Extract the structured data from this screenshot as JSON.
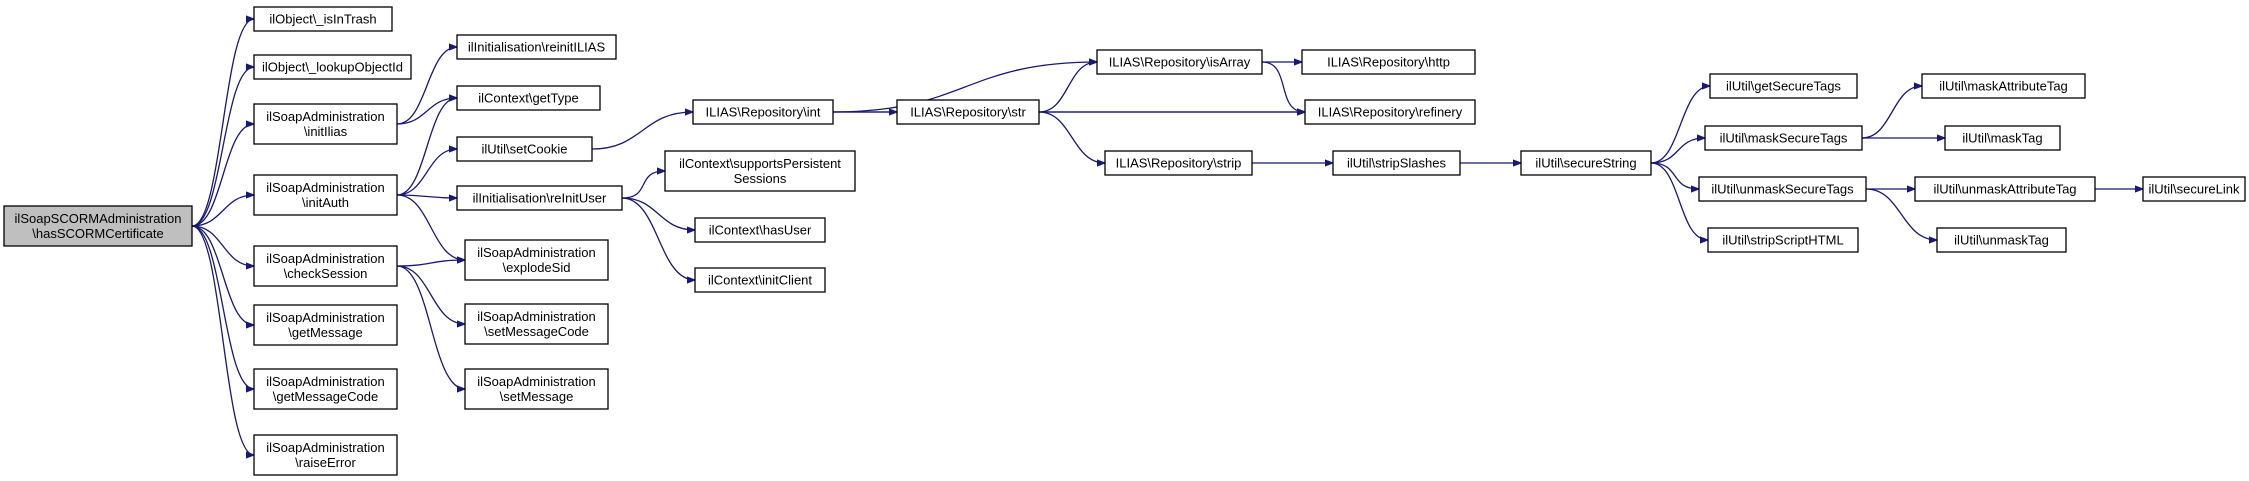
{
  "nodes": {
    "root": [
      "ilSoapSCORMAdministration",
      "\\hasSCORMCertificate"
    ],
    "isInTrash": [
      "ilObject\\_isInTrash"
    ],
    "lookupObjectId": [
      "ilObject\\_lookupObjectId"
    ],
    "initIlias": [
      "ilSoapAdministration",
      "\\initIlias"
    ],
    "initAuth": [
      "ilSoapAdministration",
      "\\initAuth"
    ],
    "checkSession": [
      "ilSoapAdministration",
      "\\checkSession"
    ],
    "getMessage": [
      "ilSoapAdministration",
      "\\getMessage"
    ],
    "getMessageCode": [
      "ilSoapAdministration",
      "\\getMessageCode"
    ],
    "raiseError": [
      "ilSoapAdministration",
      "\\raiseError"
    ],
    "reinitILIAS": [
      "ilInitialisation\\reinitILIAS"
    ],
    "getType": [
      "ilContext\\getType"
    ],
    "setCookie": [
      "ilUtil\\setCookie"
    ],
    "reInitUser": [
      "ilInitialisation\\reInitUser"
    ],
    "explodeSid": [
      "ilSoapAdministration",
      "\\explodeSid"
    ],
    "setMessageCode": [
      "ilSoapAdministration",
      "\\setMessageCode"
    ],
    "setMessage": [
      "ilSoapAdministration",
      "\\setMessage"
    ],
    "supportsPersistent": [
      "ilContext\\supportsPersistent",
      "Sessions"
    ],
    "hasUser": [
      "ilContext\\hasUser"
    ],
    "initClient": [
      "ilContext\\initClient"
    ],
    "repoInt": [
      "ILIAS\\Repository\\int"
    ],
    "repoStr": [
      "ILIAS\\Repository\\str"
    ],
    "repoIsArray": [
      "ILIAS\\Repository\\isArray"
    ],
    "repoHttp": [
      "ILIAS\\Repository\\http"
    ],
    "repoRefinery": [
      "ILIAS\\Repository\\refinery"
    ],
    "repoStrip": [
      "ILIAS\\Repository\\strip"
    ],
    "stripSlashes": [
      "ilUtil\\stripSlashes"
    ],
    "secureString": [
      "ilUtil\\secureString"
    ],
    "getSecureTags": [
      "ilUtil\\getSecureTags"
    ],
    "maskSecureTags": [
      "ilUtil\\maskSecureTags"
    ],
    "unmaskSecureTags": [
      "ilUtil\\unmaskSecureTags"
    ],
    "stripScriptHTML": [
      "ilUtil\\stripScriptHTML"
    ],
    "maskAttributeTag": [
      "ilUtil\\maskAttributeTag"
    ],
    "maskTag": [
      "ilUtil\\maskTag"
    ],
    "unmaskAttributeTag": [
      "ilUtil\\unmaskAttributeTag"
    ],
    "unmaskTag": [
      "ilUtil\\unmaskTag"
    ],
    "secureLink": [
      "ilUtil\\secureLink"
    ]
  },
  "edges": [
    [
      "root",
      "isInTrash"
    ],
    [
      "root",
      "lookupObjectId"
    ],
    [
      "root",
      "initIlias"
    ],
    [
      "root",
      "initAuth"
    ],
    [
      "root",
      "checkSession"
    ],
    [
      "root",
      "getMessage"
    ],
    [
      "root",
      "getMessageCode"
    ],
    [
      "root",
      "raiseError"
    ],
    [
      "initIlias",
      "reinitILIAS"
    ],
    [
      "initIlias",
      "getType"
    ],
    [
      "initAuth",
      "getType"
    ],
    [
      "initAuth",
      "setCookie"
    ],
    [
      "initAuth",
      "reInitUser"
    ],
    [
      "initAuth",
      "explodeSid"
    ],
    [
      "checkSession",
      "explodeSid"
    ],
    [
      "checkSession",
      "setMessageCode"
    ],
    [
      "checkSession",
      "setMessage"
    ],
    [
      "setCookie",
      "repoInt"
    ],
    [
      "reInitUser",
      "supportsPersistent"
    ],
    [
      "reInitUser",
      "hasUser"
    ],
    [
      "reInitUser",
      "initClient"
    ],
    [
      "repoInt",
      "repoStr"
    ],
    [
      "repoInt",
      "repoIsArray"
    ],
    [
      "repoInt",
      "repoRefinery"
    ],
    [
      "repoStr",
      "repoIsArray"
    ],
    [
      "repoStr",
      "repoRefinery"
    ],
    [
      "repoStr",
      "repoStrip"
    ],
    [
      "repoIsArray",
      "repoHttp"
    ],
    [
      "repoIsArray",
      "repoRefinery"
    ],
    [
      "repoStrip",
      "stripSlashes"
    ],
    [
      "stripSlashes",
      "secureString"
    ],
    [
      "secureString",
      "getSecureTags"
    ],
    [
      "secureString",
      "maskSecureTags"
    ],
    [
      "secureString",
      "unmaskSecureTags"
    ],
    [
      "secureString",
      "stripScriptHTML"
    ],
    [
      "maskSecureTags",
      "maskAttributeTag"
    ],
    [
      "maskSecureTags",
      "maskTag"
    ],
    [
      "unmaskSecureTags",
      "unmaskAttributeTag"
    ],
    [
      "unmaskSecureTags",
      "unmaskTag"
    ],
    [
      "unmaskAttributeTag",
      "secureLink"
    ]
  ],
  "colors": {
    "edge": "#191970",
    "border": "#000000",
    "root_fill": "#bfbfbf",
    "node_fill": "#ffffff"
  }
}
